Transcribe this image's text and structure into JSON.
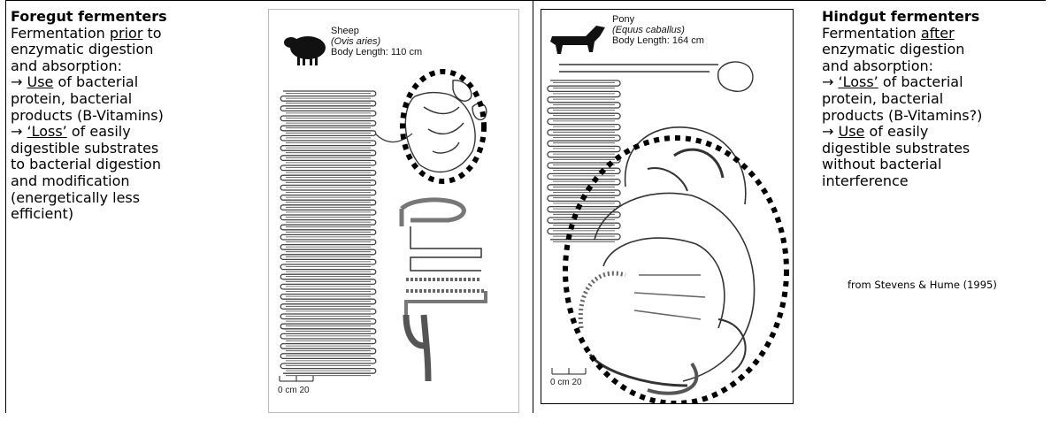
{
  "left": {
    "heading": "Foregut fermenters",
    "lines": [
      {
        "a": "Fermentation ",
        "u": "prior",
        "b": " to"
      },
      {
        "a": "enzymatic digestion",
        "u": "",
        "b": ""
      },
      {
        "a": "and absorption:",
        "u": "",
        "b": ""
      },
      {
        "a": "→ ",
        "u": "Use",
        "b": " of bacterial"
      },
      {
        "a": "protein, bacterial",
        "u": "",
        "b": ""
      },
      {
        "a": "products (B-Vitamins)",
        "u": "",
        "b": ""
      },
      {
        "a": "→ ",
        "u": "‘Loss’",
        "b": " of easily"
      },
      {
        "a": "digestible substrates",
        "u": "",
        "b": ""
      },
      {
        "a": "to bacterial digestion",
        "u": "",
        "b": ""
      },
      {
        "a": "and modification",
        "u": "",
        "b": ""
      },
      {
        "a": "(energetically less",
        "u": "",
        "b": ""
      },
      {
        "a": "efficient)",
        "u": "",
        "b": ""
      }
    ]
  },
  "right": {
    "heading": "Hindgut fermenters",
    "lines": [
      {
        "a": "Fermentation ",
        "u": "after",
        "b": ""
      },
      {
        "a": "enzymatic digestion",
        "u": "",
        "b": ""
      },
      {
        "a": "and absorption:",
        "u": "",
        "b": ""
      },
      {
        "a": "→ ",
        "u": "‘Loss’",
        "b": " of bacterial"
      },
      {
        "a": "protein, bacterial",
        "u": "",
        "b": ""
      },
      {
        "a": "products (B-Vitamins?)",
        "u": "",
        "b": ""
      },
      {
        "a": "→ ",
        "u": "Use",
        "b": " of easily"
      },
      {
        "a": "digestible substrates",
        "u": "",
        "b": ""
      },
      {
        "a": "without bacterial",
        "u": "",
        "b": ""
      },
      {
        "a": "interference",
        "u": "",
        "b": ""
      }
    ],
    "credit": "from Stevens & Hume (1995)"
  },
  "sheep": {
    "name": "Sheep",
    "latin": "(Ovis aries)",
    "length": "Body Length: 110 cm",
    "scale": "0 cm 20"
  },
  "pony": {
    "name": "Pony",
    "latin": "(Equus caballus)",
    "length": "Body Length: 164 cm",
    "scale": "0 cm 20"
  }
}
